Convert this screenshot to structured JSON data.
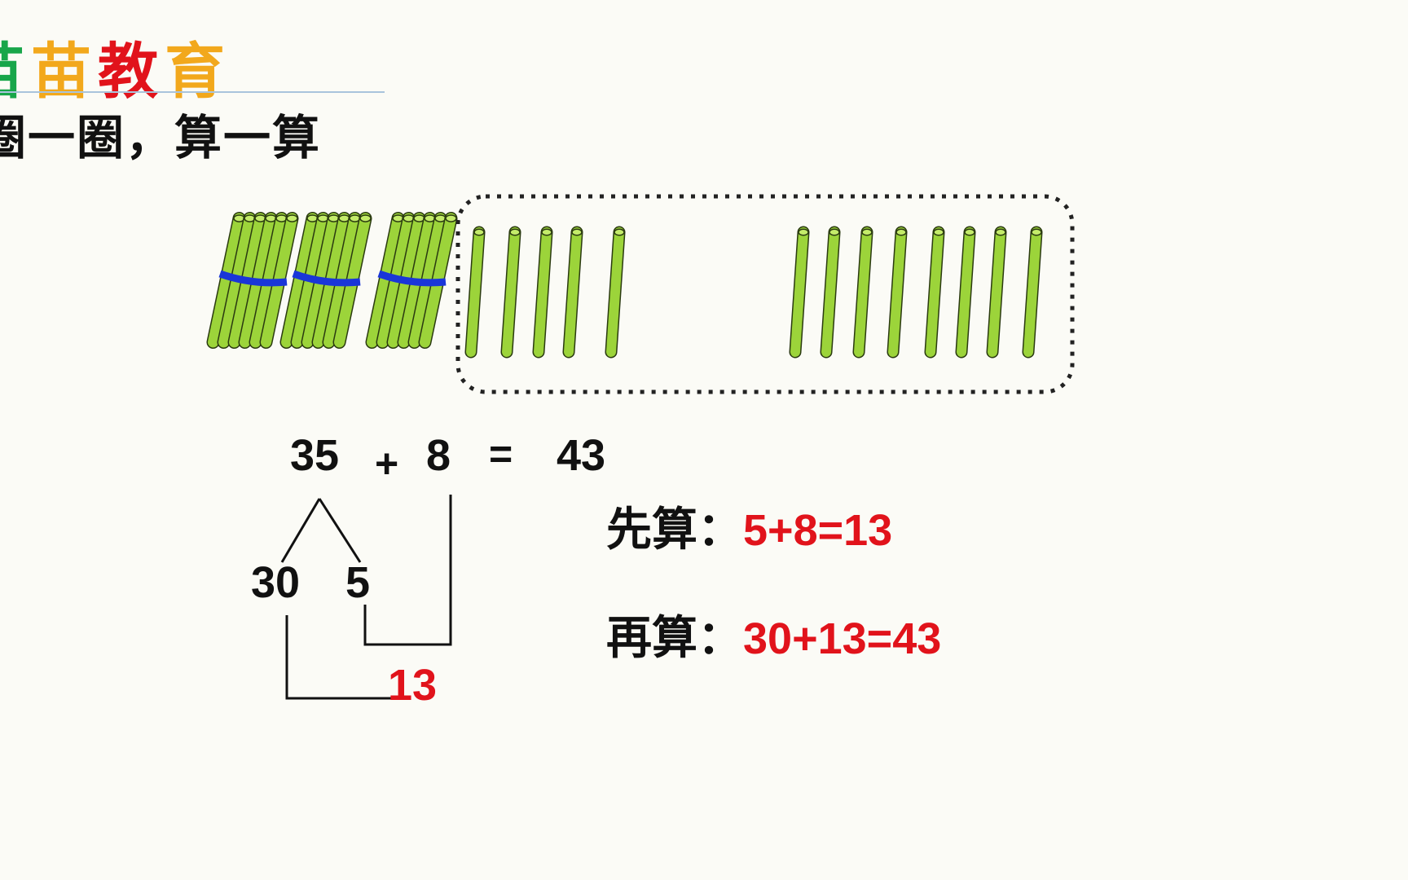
{
  "logo": {
    "chars": [
      "苗",
      "苗",
      "教",
      "育"
    ],
    "colors": [
      "#18a64a",
      "#f2a81c",
      "#e1131b",
      "#f2a81c"
    ]
  },
  "heading": "圈一圈，算一算",
  "counting_sticks": {
    "bundles_of_ten": 3,
    "loose_sticks": 13,
    "stick_color": "#9cd43a",
    "band_color": "#1a36d8"
  },
  "equation": {
    "a": "35",
    "op": "+",
    "b": "8",
    "eq": "=",
    "result": "43"
  },
  "decomposition": {
    "tens": "30",
    "ones": "5",
    "partial_sum": "13"
  },
  "steps": [
    {
      "label": "先算：",
      "expr": "5+8=13"
    },
    {
      "label": "再算：",
      "expr": "30+13=43"
    }
  ]
}
